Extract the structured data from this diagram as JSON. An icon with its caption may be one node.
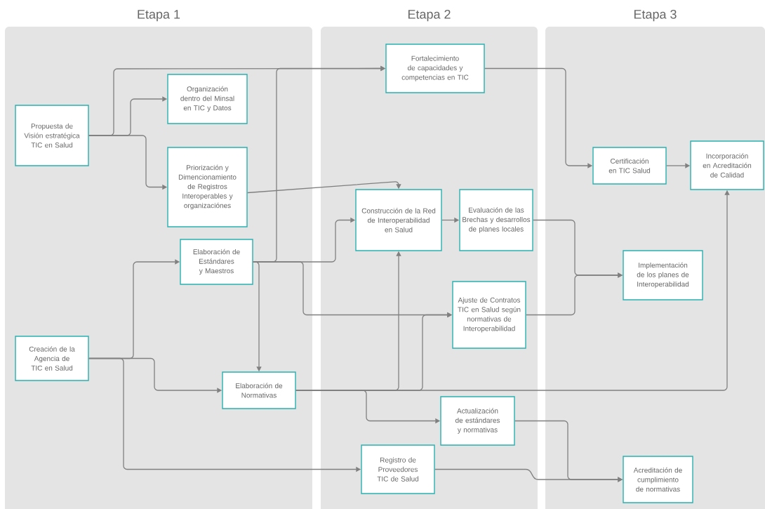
{
  "diagram": {
    "nodes": [
      {
        "text": [
          "Etapa 1"
        ]
      },
      {
        "text": [
          "Etapa 2"
        ]
      },
      {
        "text": [
          "Etapa 3"
        ]
      },
      {
        "text": [
          "Propuesta de Visión estratégica TIC en Salud"
        ],
        "in": 0
      },
      {
        "text": [
          "Organización dentro del Minsal en TIC y Datos"
        ],
        "in": 0
      },
      {
        "text": [
          "Priorización y Dimencionamiento de Registros Interoperables y organizaciónes"
        ],
        "in": 0
      },
      {
        "text": [
          "Elaboración de Estándares y Maestros"
        ],
        "in": 0
      },
      {
        "text": [
          "Creación de la Agencia de TIC en Salud"
        ],
        "in": 0
      },
      {
        "text": [
          "Elaboración de Normativas"
        ],
        "in": 0
      },
      {
        "text": [
          "Fortalecimiento de capacidades y competencias en TIC"
        ],
        "in": 1
      },
      {
        "text": [
          "Construcción de la Red de Interoperabilidad en Salud"
        ],
        "in": 1
      },
      {
        "text": [
          "Evaluación de las Brechas y desarrollos de planes locales"
        ],
        "in": 1
      },
      {
        "text": [
          "Ajuste de Contratos TIC en Salud según normativas de Interoperabilidad"
        ],
        "in": 1
      },
      {
        "text": [
          "Actualización de estándares y normativas"
        ],
        "in": 1
      },
      {
        "text": [
          "Registro de Proveedores TIC de Salud"
        ],
        "in": 1
      },
      {
        "text": [
          "Certificación en TIC Salud"
        ],
        "in": 2
      },
      {
        "text": [
          "Incorporación en Acreditación de Calidad"
        ],
        "in": 2
      },
      {
        "text": [
          "Implementación de los planes de Interoperabilidad"
        ],
        "in": 2
      },
      {
        "text": [
          "Acreditación de cumplimiento de normativas"
        ],
        "in": 2
      }
    ],
    "edges": [
      {
        "from": 3,
        "to": 9,
        "arrow": "to"
      },
      {
        "from": 3,
        "to": 4,
        "arrow": "to"
      },
      {
        "from": 3,
        "to": 5,
        "arrow": "to"
      },
      {
        "from": 5,
        "to": 10,
        "arrow": "to"
      },
      {
        "from": 6,
        "to": 9,
        "arrow": "to"
      },
      {
        "from": 6,
        "to": 10,
        "arrow": "to"
      },
      {
        "from": 6,
        "to": 12,
        "arrow": "to"
      },
      {
        "from": 6,
        "to": 8,
        "arrow": "to"
      },
      {
        "from": 7,
        "to": 6,
        "arrow": "to"
      },
      {
        "from": 7,
        "to": 8,
        "arrow": "to"
      },
      {
        "from": 7,
        "to": 14,
        "arrow": "to"
      },
      {
        "from": 8,
        "to": 10,
        "arrow": "to"
      },
      {
        "from": 8,
        "to": 12,
        "arrow": "to"
      },
      {
        "from": 8,
        "to": 16,
        "arrow": "to"
      },
      {
        "from": 8,
        "to": 13,
        "arrow": "to"
      },
      {
        "from": 9,
        "to": 15,
        "arrow": "to"
      },
      {
        "from": 15,
        "to": 16,
        "arrow": "to"
      },
      {
        "from": 10,
        "to": 11,
        "arrow": "to"
      },
      {
        "from": 11,
        "to": 17,
        "arrow": "to"
      },
      {
        "from": 12,
        "to": 17,
        "arrow": "to"
      },
      {
        "from": 13,
        "to": 18,
        "arrow": "to"
      },
      {
        "from": 14,
        "to": 18,
        "arrow": "to"
      }
    ]
  }
}
